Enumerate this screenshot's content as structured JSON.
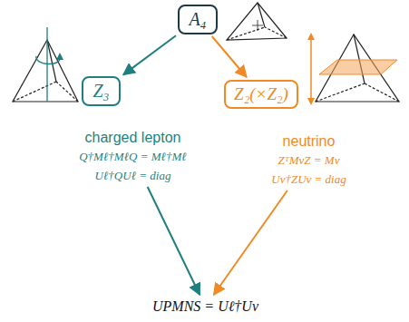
{
  "diagram": {
    "nodes": [
      {
        "text": [
          "A₄"
        ]
      },
      {
        "text": [
          "Z₃"
        ]
      },
      {
        "text": [
          "Z₂(×Z₂)"
        ]
      },
      {
        "text": [
          "charged lepton",
          "Q†Mℓ†MℓQ = Mℓ†Mℓ",
          "Uℓ†QUℓ = diag"
        ]
      },
      {
        "text": [
          "neutrino",
          "ZᵀMνZ = Mν",
          "Uν†ZUν = diag"
        ]
      },
      {
        "text": [
          "UPMNS = Uℓ†Uν"
        ]
      }
    ],
    "edges": [
      {
        "from": 0,
        "to": 1,
        "arrow": "to"
      },
      {
        "from": 0,
        "to": 2,
        "arrow": "to"
      },
      {
        "from": 3,
        "to": 5,
        "arrow": "to"
      },
      {
        "from": 4,
        "to": 5,
        "arrow": "to"
      }
    ]
  }
}
